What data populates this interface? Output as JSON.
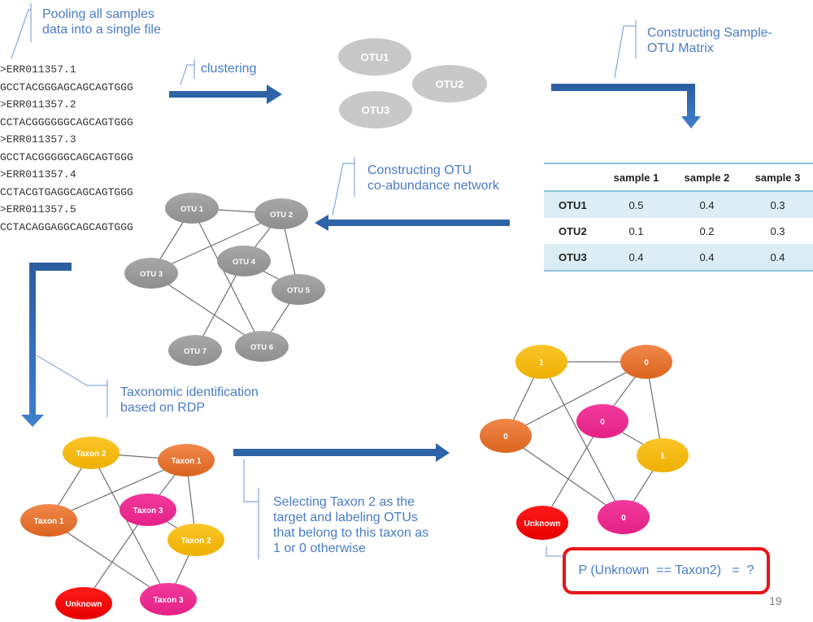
{
  "callouts": {
    "pooling": [
      "Pooling all samples",
      "data into a single file"
    ],
    "clustering": "clustering",
    "matrix": [
      "Constructing Sample-",
      "OTU Matrix"
    ],
    "network": [
      "Constructing OTU",
      "co-abundance network"
    ],
    "taxonomic": [
      "Taxonomic identification",
      "based on RDP"
    ],
    "selecting": [
      "Selecting Taxon 2 as the",
      "target and labeling OTUs",
      "that belong to this taxon as",
      "1 or 0 otherwise"
    ]
  },
  "sequences": [
    ">ERR011357.1",
    "GCCTACGGGAGCAGCAGTGGG",
    ">ERR011357.2",
    "CCTACGGGGGGCAGCAGTGGG",
    ">ERR011357.3",
    "GCCTACGGGGGCAGCAGTGGG",
    ">ERR011357.4",
    "CCTACGTGAGGCAGCAGTGGG",
    ">ERR011357.5",
    "CCTACAGGAGGCAGCAGTGGG"
  ],
  "clusters": [
    "OTU1",
    "OTU2",
    "OTU3"
  ],
  "matrix": {
    "columns": [
      "",
      "sample 1",
      "sample 2",
      "sample 3"
    ],
    "rows": [
      {
        "otu": "OTU1",
        "values": [
          "0.5",
          "0.4",
          "0.3"
        ]
      },
      {
        "otu": "OTU2",
        "values": [
          "0.1",
          "0.2",
          "0.3"
        ]
      },
      {
        "otu": "OTU3",
        "values": [
          "0.4",
          "0.4",
          "0.4"
        ]
      }
    ]
  },
  "otu_network": {
    "nodes": [
      "OTU 1",
      "OTU 2",
      "OTU 3",
      "OTU 4",
      "OTU 5",
      "OTU 6",
      "OTU 7"
    ],
    "edges": [
      [
        0,
        1
      ],
      [
        0,
        2
      ],
      [
        0,
        5
      ],
      [
        1,
        2
      ],
      [
        1,
        3
      ],
      [
        1,
        4
      ],
      [
        2,
        5
      ],
      [
        3,
        4
      ],
      [
        3,
        6
      ],
      [
        4,
        5
      ]
    ]
  },
  "taxon_network": {
    "nodes": [
      {
        "label": "Taxon 2",
        "kind": "yellow"
      },
      {
        "label": "Taxon 1",
        "kind": "orange"
      },
      {
        "label": "Taxon 1",
        "kind": "orange"
      },
      {
        "label": "Taxon 3",
        "kind": "pink"
      },
      {
        "label": "Taxon 2",
        "kind": "yellow"
      },
      {
        "label": "Taxon 3",
        "kind": "pink"
      },
      {
        "label": "Unknown",
        "kind": "red"
      }
    ],
    "edges": [
      [
        0,
        1
      ],
      [
        0,
        2
      ],
      [
        0,
        5
      ],
      [
        1,
        2
      ],
      [
        1,
        3
      ],
      [
        1,
        4
      ],
      [
        2,
        5
      ],
      [
        3,
        4
      ],
      [
        3,
        6
      ],
      [
        4,
        5
      ]
    ]
  },
  "label_network": {
    "nodes": [
      {
        "label": "1",
        "kind": "yellow"
      },
      {
        "label": "0",
        "kind": "orange"
      },
      {
        "label": "0",
        "kind": "orange"
      },
      {
        "label": "0",
        "kind": "pink"
      },
      {
        "label": "1",
        "kind": "yellow"
      },
      {
        "label": "0",
        "kind": "pink"
      },
      {
        "label": "Unknown",
        "kind": "red"
      }
    ],
    "edges": [
      [
        0,
        1
      ],
      [
        0,
        2
      ],
      [
        0,
        5
      ],
      [
        1,
        2
      ],
      [
        1,
        3
      ],
      [
        1,
        4
      ],
      [
        2,
        5
      ],
      [
        3,
        4
      ],
      [
        3,
        6
      ],
      [
        4,
        5
      ]
    ]
  },
  "colors": {
    "arrow": "#2e63a8",
    "callout_text": "#4a7cc4",
    "gray_node": "#9a9a9a",
    "yellow": "#f5b800",
    "orange": "#e56f23",
    "pink": "#ec2a8f",
    "red": "#ee0000",
    "highlight_box": "#e8141a"
  },
  "formula": "P (Unknown  == Taxon2)   =  ?",
  "page_number": "19"
}
